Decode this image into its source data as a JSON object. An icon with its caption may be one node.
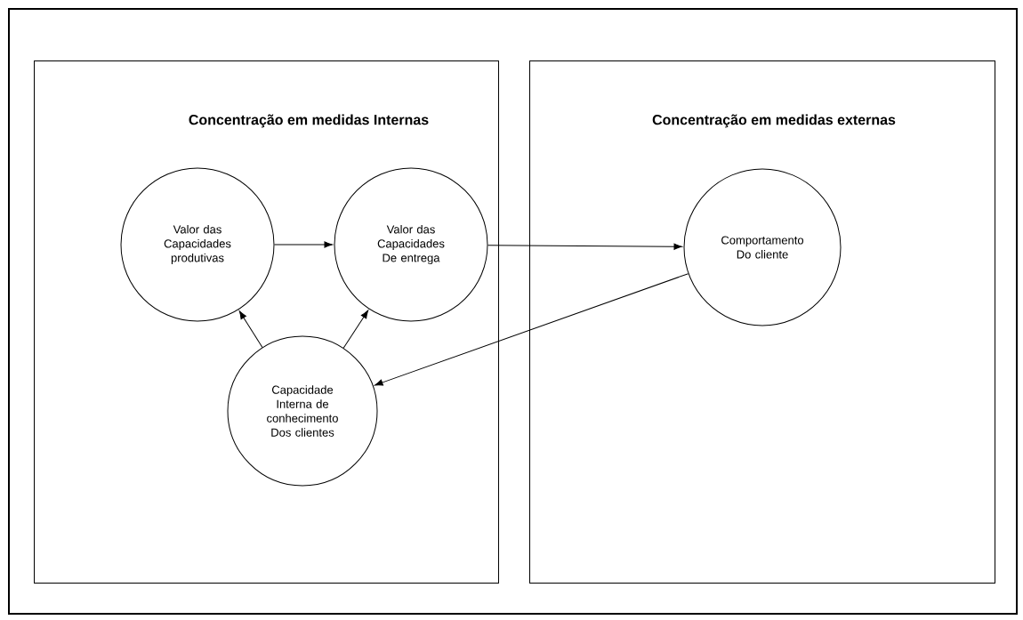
{
  "diagram": {
    "nodes": [
      {
        "text": [
          "Concentração em medidas Internas"
        ]
      },
      {
        "text": [
          "Valor das Capacidades produtivas"
        ],
        "in": 0
      },
      {
        "text": [
          "Valor das Capacidades De entrega"
        ],
        "in": 0
      },
      {
        "text": [
          "Capacidade Interna de conhecimento Dos clientes"
        ],
        "in": 0
      },
      {
        "text": [
          "Concentração em medidas externas"
        ]
      },
      {
        "text": [
          "Comportamento Do cliente"
        ],
        "in": 4
      }
    ],
    "edges": [
      {
        "from": 1,
        "to": 2,
        "arrow": "to"
      },
      {
        "from": 2,
        "to": 5,
        "arrow": "to"
      },
      {
        "from": 5,
        "to": 3,
        "arrow": "to"
      },
      {
        "from": 3,
        "to": 1,
        "arrow": "to"
      },
      {
        "from": 3,
        "to": 2,
        "arrow": "to"
      }
    ]
  }
}
